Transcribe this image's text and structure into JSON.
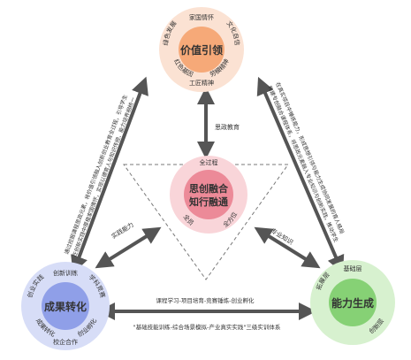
{
  "top": {
    "title": "价值引领",
    "ring": [
      "家国情怀",
      "文化自信",
      "劳模精神",
      "工匠精神",
      "红色基因",
      "绿色发展"
    ]
  },
  "center": {
    "title_line1": "思创融合",
    "title_line2": "知行融通",
    "ring": [
      "全过程",
      "全方位",
      "全员"
    ]
  },
  "left": {
    "title": "成果转化",
    "ring": [
      "创新训练",
      "学科竞赛",
      "创业孵化",
      "校企合作",
      "成果转化",
      "创业实践"
    ]
  },
  "right": {
    "title": "能力生成",
    "ring": [
      "基础层",
      "拓展层",
      "创新层"
    ]
  },
  "labels": {
    "top_center_arrow": "思政教育",
    "left_center_arrow": "实践能力",
    "right_center_arrow": "专业知识",
    "bottom_arrow_top": "课程学习-项目培育-竞赛锤炼-创业孵化",
    "bottom_arrow_bottom": "\"基础技能训练-综合场景模拟-产业真实实践\"三级实训体系",
    "left_side_line1": "通过挖掘课程思政元素，将价值引领融入创新创业教育全过程，引导学生",
    "left_side_line2": "在创新实践中厚植家国情怀，实现以德育人与知识传授、能力培养相统一",
    "right_side_line1": "构建专创融合课程体系，将思政元素融入专业知识与创新实践，推动学生",
    "right_side_line2": "在真实项目中锤炼能力，形成思想引领与能力生成协同发展的育人格局"
  },
  "colors": {
    "top_outer": "#fbe2d3",
    "top_inner": "#f6a978",
    "center_outer": "#f9d5d9",
    "center_inner": "#ec8a98",
    "left_outer": "#d7ddf7",
    "left_inner": "#8f9fe8",
    "right_outer": "#d7f1cf",
    "right_inner": "#86d175"
  }
}
